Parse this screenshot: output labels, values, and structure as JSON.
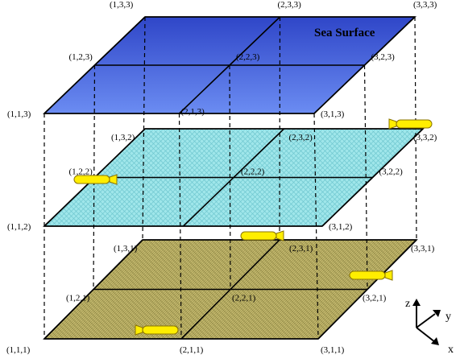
{
  "title": "Sea Surface",
  "colors": {
    "sea_surface_fill_top": "#2f46c8",
    "sea_surface_fill_bottom": "#6b8cf2",
    "middle_layer_fill": "#9fe6ea",
    "middle_layer_pattern": "#6fc7cf",
    "bottom_layer_fill": "#c4b96e",
    "bottom_layer_pattern": "#8f8744",
    "vehicle_fill": "#ffee00",
    "vehicle_stroke": "#8a7400"
  },
  "layers": [
    {
      "name": "surface",
      "nodes": {
        "1_3": "(1,3,3)",
        "2_3": "(2,3,3)",
        "3_3": "(3,3,3)",
        "1_2": "(1,2,3)",
        "2_2": "(2,2,3)",
        "3_2": "(3,2,3)",
        "1_1": "(1,1,3)",
        "2_1": "(2,1,3)",
        "3_1": "(3,1,3)"
      }
    },
    {
      "name": "middle",
      "nodes": {
        "1_3": "(1,3,2)",
        "2_3": "(2,3,2)",
        "3_3": "(3,3,2)",
        "1_2": "(1,2,2)",
        "2_2": "(2,2,2)",
        "3_2": "(3,2,2)",
        "1_1": "(1,1,2)",
        "2_1": "",
        "3_1": "(3,1,2)"
      }
    },
    {
      "name": "bottom",
      "nodes": {
        "1_3": "(1,3,1)",
        "2_3": "(2,3,1)",
        "3_3": "(3,3,1)",
        "1_2": "(1,2,1)",
        "2_2": "(2,2,1)",
        "3_2": "(3,2,1)",
        "1_1": "(1,1,1)",
        "2_1": "(2,1,1)",
        "3_1": "(3,1,1)"
      }
    }
  ],
  "vehicles": [
    "vehicle-1",
    "vehicle-2",
    "vehicle-3",
    "vehicle-4",
    "vehicle-5"
  ],
  "axes": {
    "z": "z",
    "y": "y",
    "x": "x"
  }
}
